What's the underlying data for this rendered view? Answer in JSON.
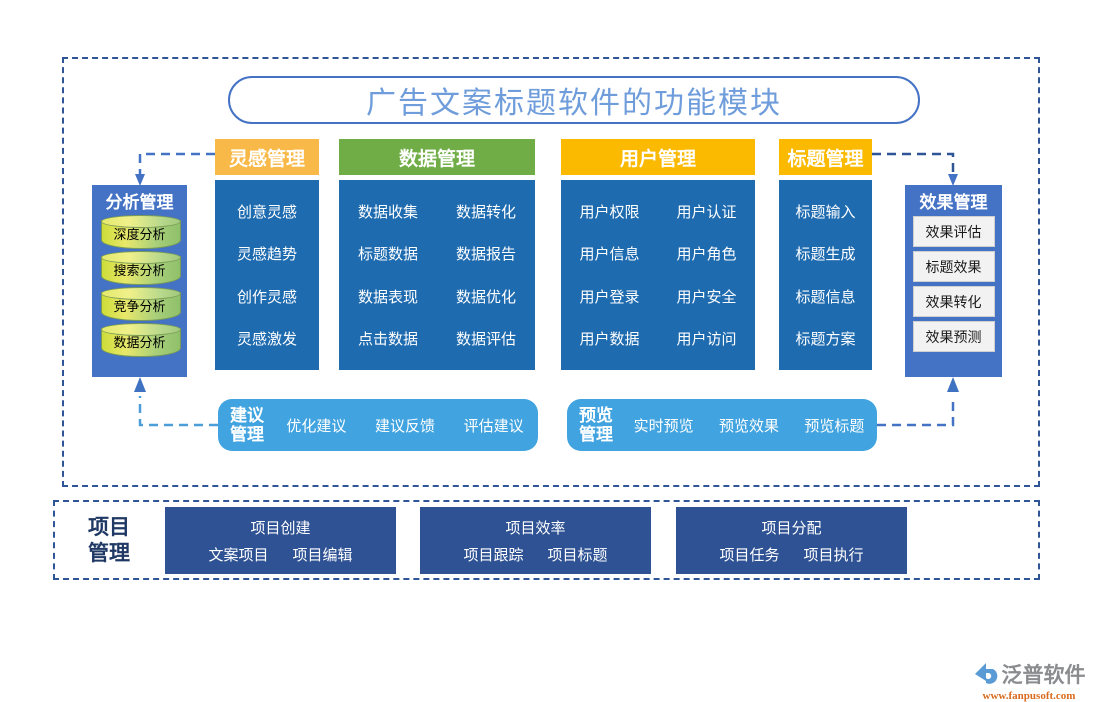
{
  "title": "广告文案标题软件的功能模块",
  "columns": [
    {
      "key": "inspiration",
      "head": "灵感管理",
      "head_color": "#f9b949",
      "items": [
        "创意灵感",
        "灵感趋势",
        "创作灵感",
        "灵感激发"
      ]
    },
    {
      "key": "data",
      "head": "数据管理",
      "head_color": "#70ad47",
      "items": [
        "数据收集",
        "数据转化",
        "标题数据",
        "数据报告",
        "数据表现",
        "数据优化",
        "点击数据",
        "数据评估"
      ]
    },
    {
      "key": "user",
      "head": "用户管理",
      "head_color": "#fbb900",
      "items": [
        "用户权限",
        "用户认证",
        "用户信息",
        "用户角色",
        "用户登录",
        "用户安全",
        "用户数据",
        "用户访问"
      ]
    },
    {
      "key": "headline",
      "head": "标题管理",
      "head_color": "#fbb900",
      "items": [
        "标题输入",
        "标题生成",
        "标题信息",
        "标题方案"
      ]
    }
  ],
  "analysis_panel": {
    "title": "分析管理",
    "items": [
      "深度分析",
      "搜索分析",
      "竞争分析",
      "数据分析"
    ]
  },
  "effect_panel": {
    "title": "效果管理",
    "items": [
      "效果评估",
      "标题效果",
      "效果转化",
      "效果预测"
    ]
  },
  "pills": [
    {
      "key": "suggestion",
      "title_line1": "建议",
      "title_line2": "管理",
      "items": [
        "优化建议",
        "建议反馈",
        "评估建议"
      ]
    },
    {
      "key": "preview",
      "title_line1": "预览",
      "title_line2": "管理",
      "items": [
        "实时预览",
        "预览效果",
        "预览标题"
      ]
    }
  ],
  "project": {
    "label_line1": "项目",
    "label_line2": "管理",
    "cards": [
      {
        "head": "项目创建",
        "subs": [
          "文案项目",
          "项目编辑"
        ]
      },
      {
        "head": "项目效率",
        "subs": [
          "项目跟踪",
          "项目标题"
        ]
      },
      {
        "head": "项目分配",
        "subs": [
          "项目任务",
          "项目执行"
        ]
      }
    ]
  },
  "logo": {
    "name": "泛普软件",
    "url": "www.fanpusoft.com"
  },
  "colors": {
    "frame": "#2f5597",
    "panel_blue": "#4472c4",
    "body_blue": "#1e6bb0",
    "pill_blue": "#41a3df",
    "project_blue": "#2e5293",
    "title_text": "#6f9ddb"
  }
}
